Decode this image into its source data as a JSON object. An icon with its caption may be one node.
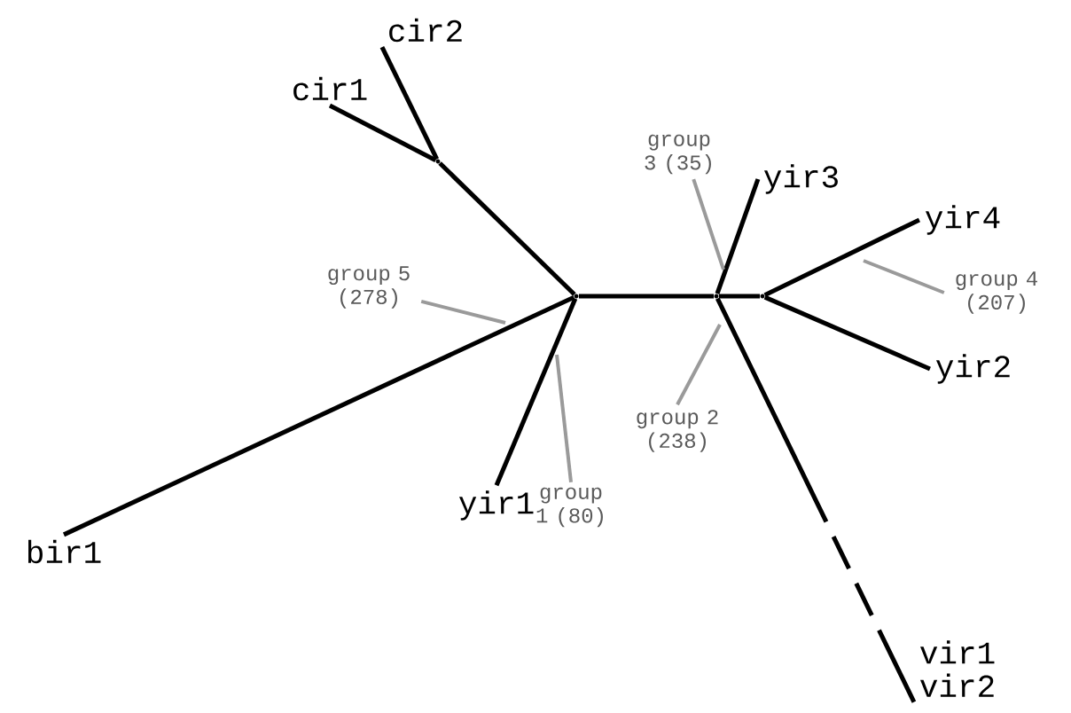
{
  "diagram": {
    "nodes": [
      {
        "text": [
          "cir2"
        ]
      },
      {
        "text": [
          "cir1"
        ]
      },
      {
        "text": [
          "group 3 (35)"
        ]
      },
      {
        "text": [
          "yir3"
        ]
      },
      {
        "text": [
          "yir4"
        ]
      },
      {
        "text": [
          "group 5 (278)"
        ]
      },
      {
        "text": [
          "group 4 (207)"
        ]
      },
      {
        "text": [
          "group 2 (238)"
        ]
      },
      {
        "text": [
          "yir2"
        ]
      },
      {
        "text": [
          "yir1"
        ]
      },
      {
        "text": [
          "group 1 (80)"
        ]
      },
      {
        "text": [
          "bir1"
        ]
      },
      {
        "text": [
          "vir1",
          "vir2"
        ]
      },
      {
        "text": [],
        "shape": "point"
      },
      {
        "text": [],
        "shape": "point"
      },
      {
        "text": [],
        "shape": "point"
      },
      {
        "text": [],
        "shape": "point"
      }
    ],
    "edges": [
      {
        "from": 13,
        "to": 0,
        "arrow": "none"
      },
      {
        "from": 13,
        "to": 1,
        "arrow": "none"
      },
      {
        "from": 14,
        "to": 13,
        "arrow": "none"
      },
      {
        "from": 14,
        "to": 11,
        "arrow": "none"
      },
      {
        "from": 14,
        "to": 9,
        "arrow": "none"
      },
      {
        "from": 14,
        "to": 15,
        "arrow": "none"
      },
      {
        "from": 15,
        "to": 3,
        "arrow": "none"
      },
      {
        "from": 15,
        "to": 16,
        "arrow": "none"
      },
      {
        "from": 16,
        "to": 4,
        "arrow": "none"
      },
      {
        "from": 16,
        "to": 8,
        "arrow": "none"
      },
      {
        "from": 15,
        "to": 12,
        "arrow": "none",
        "style": "dashed"
      },
      {
        "from": 5,
        "to": null,
        "arrow": "none",
        "color": "#9a9a9a"
      },
      {
        "from": 10,
        "to": null,
        "arrow": "none",
        "color": "#9a9a9a"
      },
      {
        "from": 7,
        "to": null,
        "arrow": "none",
        "color": "#9a9a9a"
      },
      {
        "from": 2,
        "to": null,
        "arrow": "none",
        "color": "#9a9a9a"
      },
      {
        "from": 6,
        "to": null,
        "arrow": "none",
        "color": "#9a9a9a"
      }
    ]
  }
}
